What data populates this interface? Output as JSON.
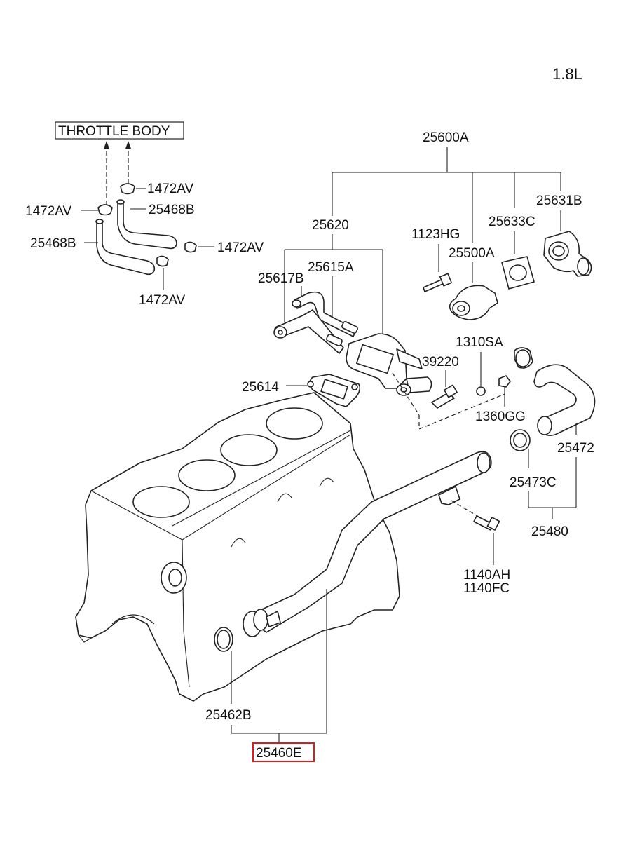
{
  "engine_spec": "1.8L",
  "throttle_body": "THROTTLE BODY",
  "labels": {
    "p25600A": "25600A",
    "p1472AV_a": "1472AV",
    "p1472AV_b": "1472AV",
    "p1472AV_c": "1472AV",
    "p1472AV_d": "1472AV",
    "p25468B_a": "25468B",
    "p25468B_b": "25468B",
    "p25620": "25620",
    "p1123HG": "1123HG",
    "p25633C": "25633C",
    "p25631B": "25631B",
    "p25615A": "25615A",
    "p25500A": "25500A",
    "p25617B": "25617B",
    "p1310SA": "1310SA",
    "p39220": "39220",
    "p25614": "25614",
    "p1360GG": "1360GG",
    "p25472": "25472",
    "p25473C": "25473C",
    "p25480": "25480",
    "p1140AH": "1140AH",
    "p1140FC": "1140FC",
    "p25462B": "25462B",
    "p25460E": "25460E"
  },
  "highlight_color": "#e11b1b"
}
